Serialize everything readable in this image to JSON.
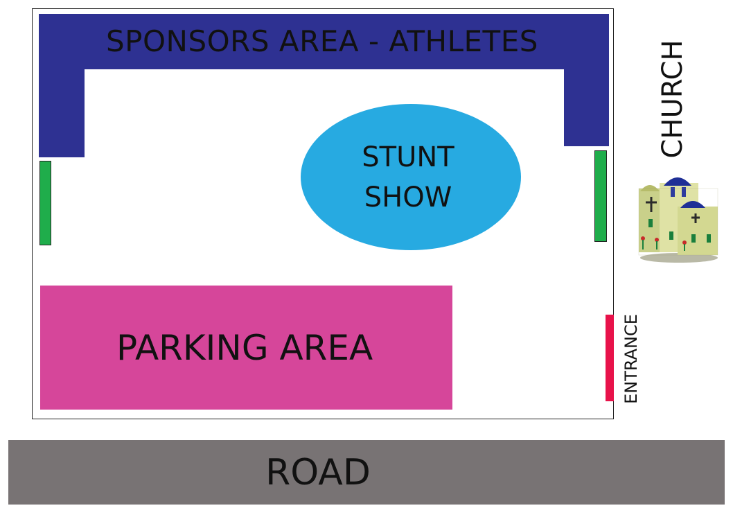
{
  "colors": {
    "sponsors": "#2e3192",
    "green_zone": "#1fad4b",
    "stunt": "#27aae1",
    "parking": "#d6469a",
    "entrance": "#e8124a",
    "road": "#787374"
  },
  "areas": {
    "sponsors_label": "SPONSORS AREA - ATHLETES",
    "stunt_line1": "STUNT",
    "stunt_line2": "SHOW",
    "parking_label": "PARKING AREA",
    "entrance_label": "ENTRANCE",
    "church_label": "CHURCH",
    "road_label": "ROAD"
  },
  "icons": {
    "church": "church-figurine-icon"
  }
}
